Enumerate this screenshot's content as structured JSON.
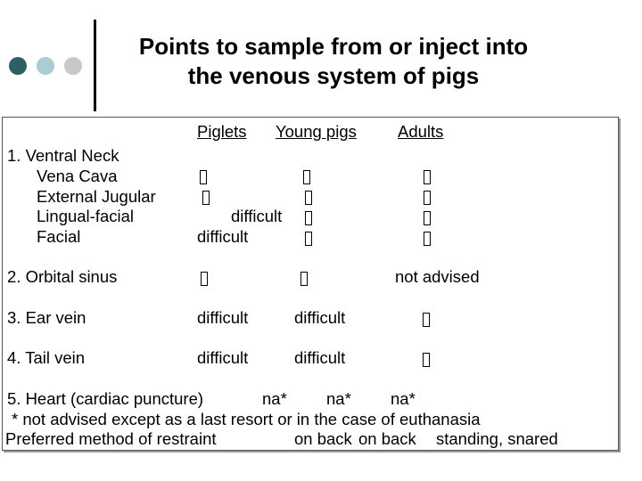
{
  "colors": {
    "dot1": "#2f5f66",
    "dot2": "#a9cdd2",
    "dot3": "#c8c8c8"
  },
  "title": {
    "line1": "Points to sample from or inject into",
    "line2": "the venous system of pigs"
  },
  "table": {
    "headers": {
      "piglets": "Piglets",
      "young_pigs": "Young pigs",
      "adults": "Adults"
    },
    "section1": {
      "label": "1.  Ventral Neck",
      "rows": [
        {
          "label": "Vena Cava",
          "piglets": "",
          "young": "",
          "adults": ""
        },
        {
          "label": "External Jugular",
          "piglets": "",
          "young": "",
          "adults": ""
        },
        {
          "label": "Lingual-facial",
          "piglets": "difficult",
          "young": "",
          "adults": ""
        },
        {
          "label": "Facial",
          "piglets": "difficult",
          "young": "",
          "adults": ""
        }
      ]
    },
    "orbital": {
      "label": "2.  Orbital sinus",
      "adults": "not advised"
    },
    "ear": {
      "label": "3.  Ear vein",
      "piglets": "difficult",
      "young": "difficult"
    },
    "tail": {
      "label": "4.  Tail vein",
      "piglets": "difficult",
      "young": "difficult"
    },
    "heart": {
      "label": "5.  Heart (cardiac puncture)",
      "piglets": "na*",
      "young": "na*",
      "adults": "na*"
    },
    "footnote": "* not advised except as a last resort or in the case of euthanasia",
    "restraint": {
      "label": "Preferred method of restraint",
      "piglets": "on back",
      "young": "on back",
      "adults": "standing, snared"
    }
  }
}
